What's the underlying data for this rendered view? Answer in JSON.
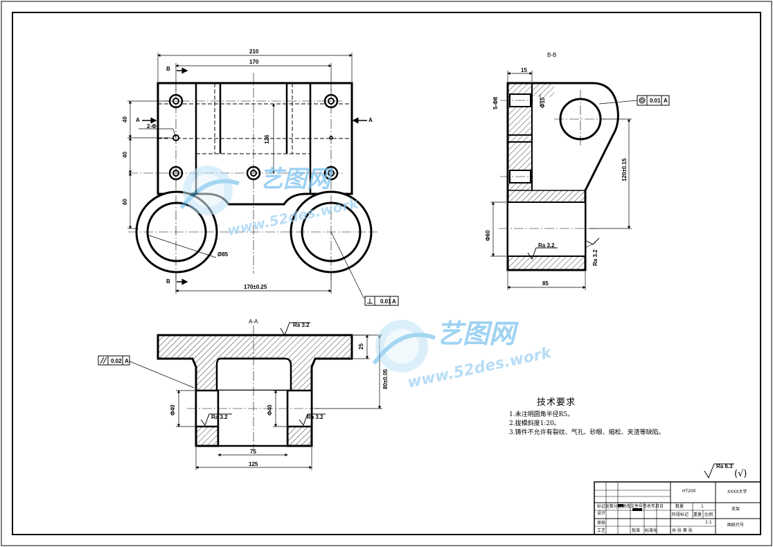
{
  "views": {
    "bb_label": "B-B",
    "aa_label": "A-A",
    "a_mark": "A",
    "b_mark": "B"
  },
  "dimensions": {
    "d210": "210",
    "d170": "170",
    "d126": "126",
    "d40a": "40",
    "d40b": "40",
    "d60": "60",
    "d170tol": "170±0.25",
    "dphi85": "Ø85",
    "holes": "2-Φ",
    "d15": "15",
    "d5phi8": "5-Φ8",
    "dphi15": "Φ15",
    "d120": "120±0.15",
    "dphi60": "Φ60",
    "d85": "85",
    "d25": "25",
    "d80": "80±0.05",
    "dphi40a": "Φ40",
    "dphi40b": "Φ40",
    "d75": "75",
    "d125": "125"
  },
  "tolerances": {
    "concentric": "0.01",
    "perpendicular": "0.01",
    "parallel": "0.02",
    "datum": "A"
  },
  "roughness": {
    "ra32": "Ra 3.2",
    "ra63": "Ra 6.3",
    "general_mark": "(√)"
  },
  "notes": {
    "title": "技术要求",
    "lines": [
      "1.未注明圆角半径R5。",
      "2.拔模斜度1:20。",
      "3.铸件不允许有裂纹、气孔、砂眼、缩松、夹渣等缺陷。"
    ]
  },
  "title_block": {
    "material": "HT200",
    "school": "XXXX大学",
    "quantity_label": "数量",
    "quantity": "1",
    "part_name": "支架",
    "stage_label": "阶段标记",
    "weight_label": "重量",
    "scale_label": "比例",
    "scale": "1:1",
    "drawing_no": "图纸代号",
    "designer": "设计",
    "checker": "审核",
    "process": "工艺",
    "approve": "批准",
    "standard": "标准化",
    "sheets": "共 张 第 张",
    "revision": "标记处数分区更改文件号签名年月日"
  },
  "watermark": {
    "brand": "艺图网",
    "url": "www.52des.work"
  }
}
